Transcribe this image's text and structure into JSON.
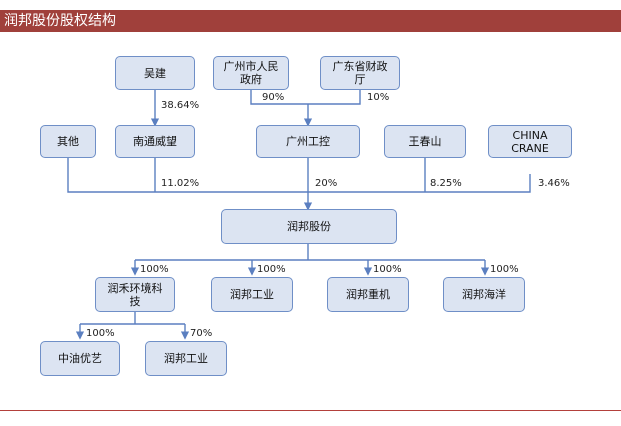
{
  "header": {
    "title": "润邦股份股权结构"
  },
  "nodes": {
    "wujian": "吴建",
    "gz_gov": "广州市人民\n政府",
    "gd_fin": "广东省财政\n厅",
    "qita": "其他",
    "nantong": "南通威望",
    "gz_gongkong": "广州工控",
    "wang": "王春山",
    "china_crane": "CHINA\nCRANE",
    "runbang": "润邦股份",
    "runhe": "润禾环境科\n技",
    "rb_gongye1": "润邦工业",
    "rb_zhongji": "润邦重机",
    "rb_haiyang": "润邦海洋",
    "zhongyou": "中油优艺",
    "rb_gongye2": "润邦工业"
  },
  "edges": {
    "wujian_nantong": "38.64%",
    "gzgov_gongkong": "90%",
    "gdfin_gongkong": "10%",
    "nantong_runbang": "11.02%",
    "gongkong_runbang": "20%",
    "wang_runbang": "8.25%",
    "crane_runbang": "3.46%",
    "runbang_runhe": "100%",
    "runbang_gongye": "100%",
    "runbang_zhongji": "100%",
    "runbang_haiyang": "100%",
    "runhe_zhongyou": "100%",
    "runhe_gongye": "70%"
  },
  "colors": {
    "title_bar": "#a0403b",
    "node_fill": "#dce4f2",
    "node_border": "#6f8fc7",
    "line": "#5b7fc0"
  }
}
